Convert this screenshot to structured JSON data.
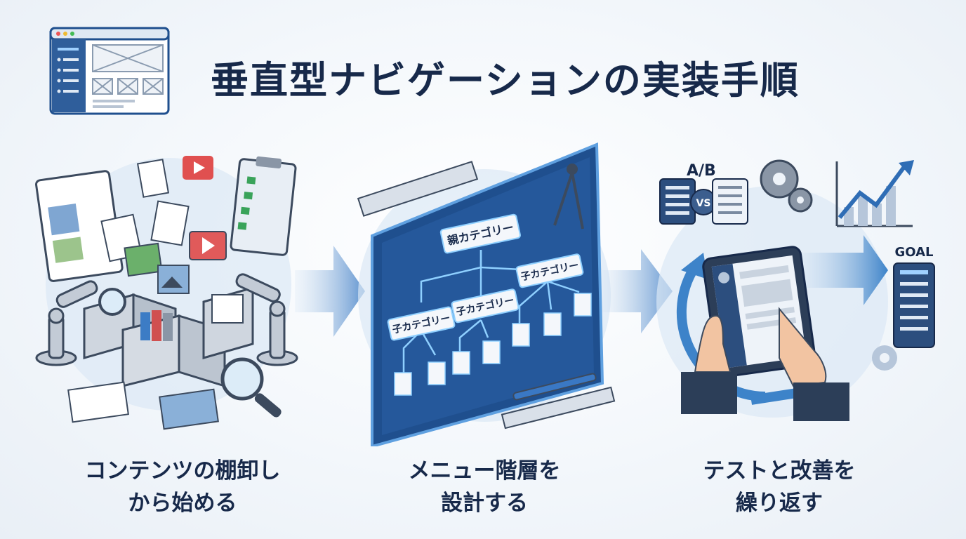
{
  "title": "垂直型ナビゲーションの実装手順",
  "steps": [
    {
      "caption_line1": "コンテンツの棚卸し",
      "caption_line2": "から始める"
    },
    {
      "caption_line1": "メニュー階層を",
      "caption_line2": "設計する"
    },
    {
      "caption_line1": "テストと改善を",
      "caption_line2": "繰り返す"
    }
  ],
  "hierarchy": {
    "parent": "親カテゴリー",
    "child_a": "子カテゴリー",
    "child_b": "子カテゴリー",
    "child_c": "子カテゴリー"
  },
  "test": {
    "ab_label": "A/B",
    "vs_label": "VS",
    "goal_label": "GOAL"
  },
  "colors": {
    "accent": "#2f6db5",
    "dark": "#17294a",
    "light_blue": "#cfe0f2",
    "panel": "#1f4f8e"
  }
}
